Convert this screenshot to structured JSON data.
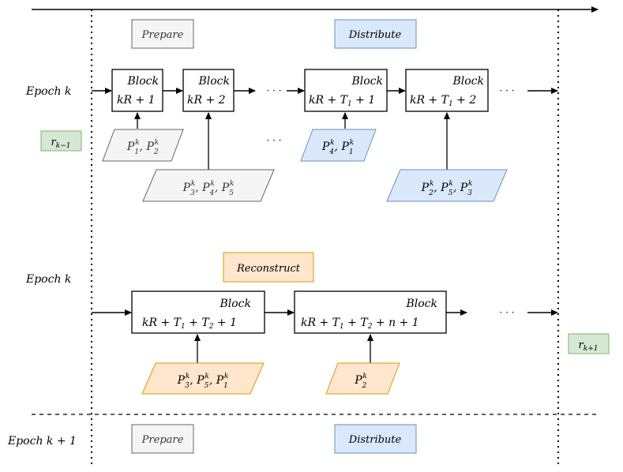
{
  "phases": {
    "prepare_top": "Prepare",
    "distribute_top": "Distribute",
    "reconstruct": "Reconstruct",
    "prepare_bottom": "Prepare",
    "distribute_bottom": "Distribute"
  },
  "epochs": {
    "row1": "Epoch k",
    "row2": "Epoch k",
    "row3": "Epoch k + 1"
  },
  "rounds": {
    "prev": "r",
    "prev_sub": "k−1",
    "next": "r",
    "next_sub": "k+1"
  },
  "block_word": "Block",
  "blocks": {
    "b1": "kR + 1",
    "b2": "kR + 2",
    "b3": "kR + T",
    "b3_sub": "1",
    "b3_tail": " + 1",
    "b4": "kR + T",
    "b4_sub": "1",
    "b4_tail": " + 2",
    "b5": "kR + T",
    "b5_sub1": "1",
    "b5_mid": " + T",
    "b5_sub2": "2",
    "b5_tail": " + 1",
    "b6": "kR + T",
    "b6_sub1": "1",
    "b6_mid": " + T",
    "b6_sub2": "2",
    "b6_tail": " + n + 1"
  },
  "ellipsis": "· · ·",
  "colors": {
    "prepare_fill": "#f5f5f5",
    "prepare_stroke": "#666666",
    "distribute_fill": "#dae8fc",
    "distribute_stroke": "#6c8ebf",
    "reconstruct_fill": "#ffe6cc",
    "reconstruct_stroke": "#d79b00",
    "round_fill": "#d5e8d4",
    "round_stroke": "#82b366"
  }
}
